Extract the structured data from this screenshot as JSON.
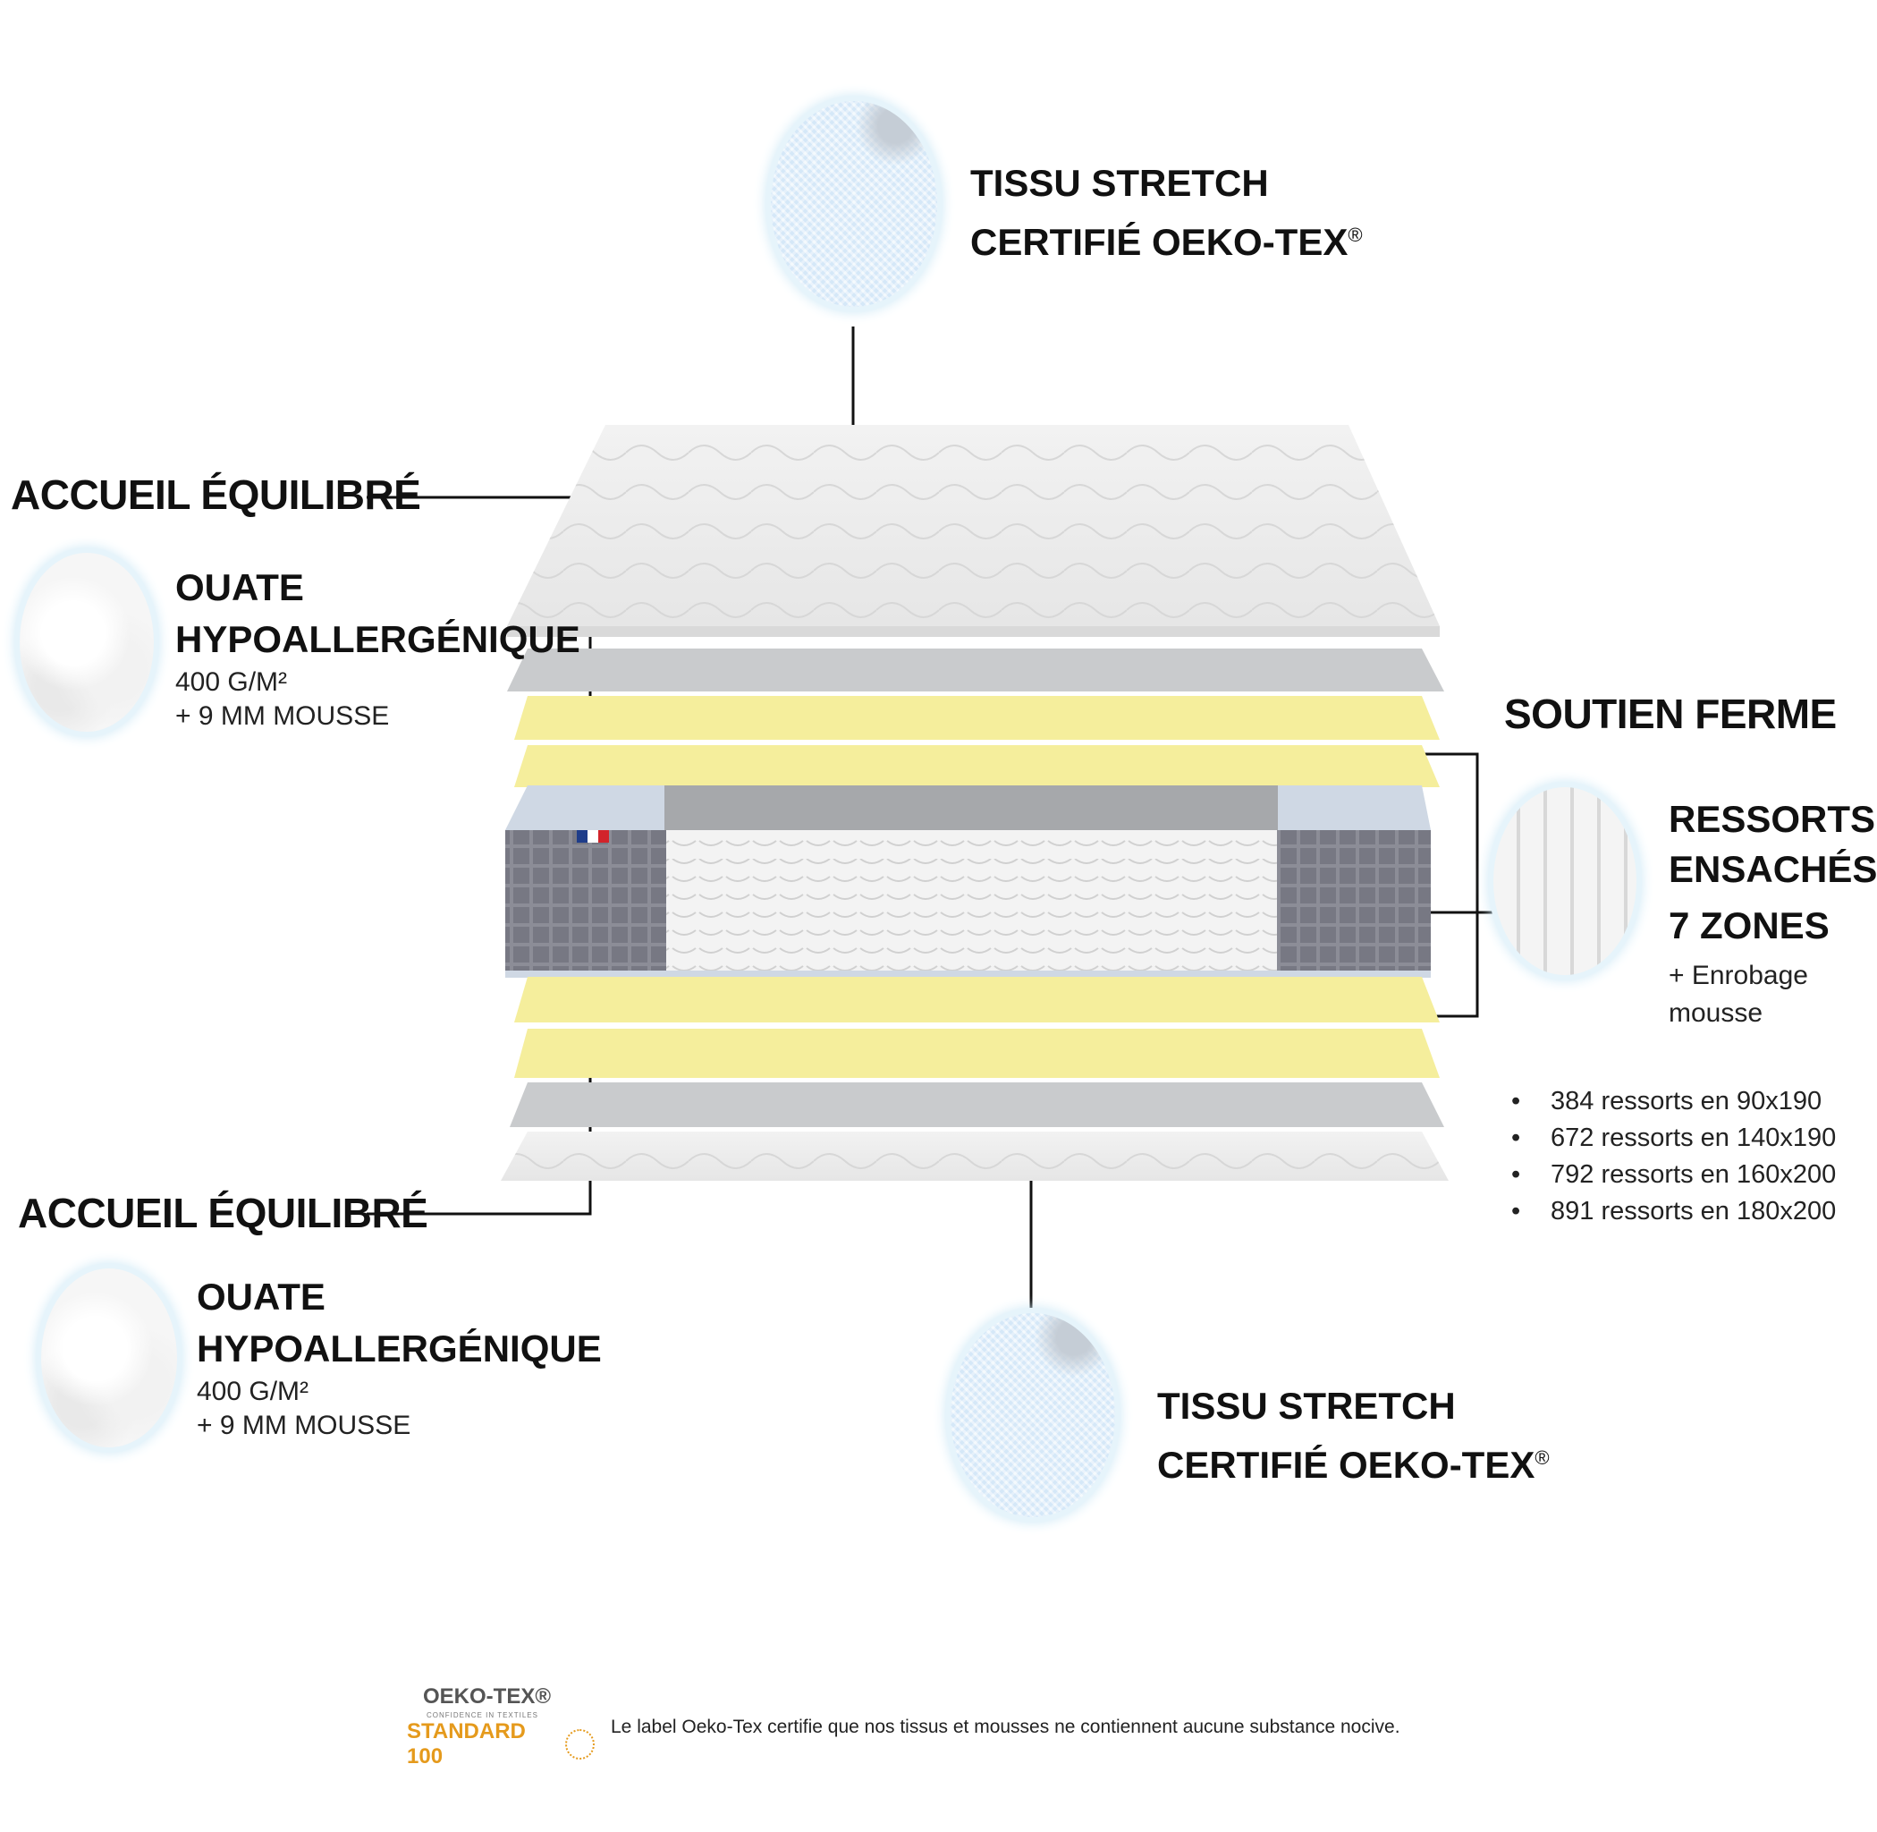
{
  "top_fabric": {
    "line1": "TISSU STRETCH",
    "line2": "CERTIFIÉ OEKO-TEX",
    "mark": "®"
  },
  "upper_comfort": {
    "heading": "ACCUEIL ÉQUILIBRÉ",
    "title_line1": "OUATE",
    "title_line2": "HYPOALLERGÉNIQUE",
    "detail1": "400 G/M²",
    "detail2": "+ 9 MM MOUSSE"
  },
  "support": {
    "heading": "SOUTIEN FERME",
    "title_line1": "RESSORTS",
    "title_line2": "ENSACHÉS",
    "title_line3": "7 ZONES",
    "detail1": "+ Enrobage",
    "detail2": "mousse",
    "spring_counts": [
      "384 ressorts en 90x190",
      "672 ressorts en 140x190",
      "792 ressorts en 160x200",
      "891 ressorts en 180x200"
    ]
  },
  "lower_comfort": {
    "heading": "ACCUEIL ÉQUILIBRÉ",
    "title_line1": "OUATE",
    "title_line2": "HYPOALLERGÉNIQUE",
    "detail1": "400 G/M²",
    "detail2": "+ 9 MM MOUSSE"
  },
  "bottom_fabric": {
    "line1": "TISSU STRETCH",
    "line2": "CERTIFIÉ OEKO-TEX",
    "mark": "®"
  },
  "certification": {
    "logo_title": "OEKO-TEX®",
    "logo_tagline": "CONFIDENCE IN TEXTILES",
    "logo_standard": "STANDARD 100",
    "note": "Le label Oeko-Tex certifie que nos tissus et mousses ne contiennent aucune substance nocive."
  },
  "colors": {
    "foam_yellow": "#f5ee9c",
    "grey_layer": "#c9cbcd",
    "spring_core_side": "#6f7079",
    "halo": "#d6edf8"
  }
}
